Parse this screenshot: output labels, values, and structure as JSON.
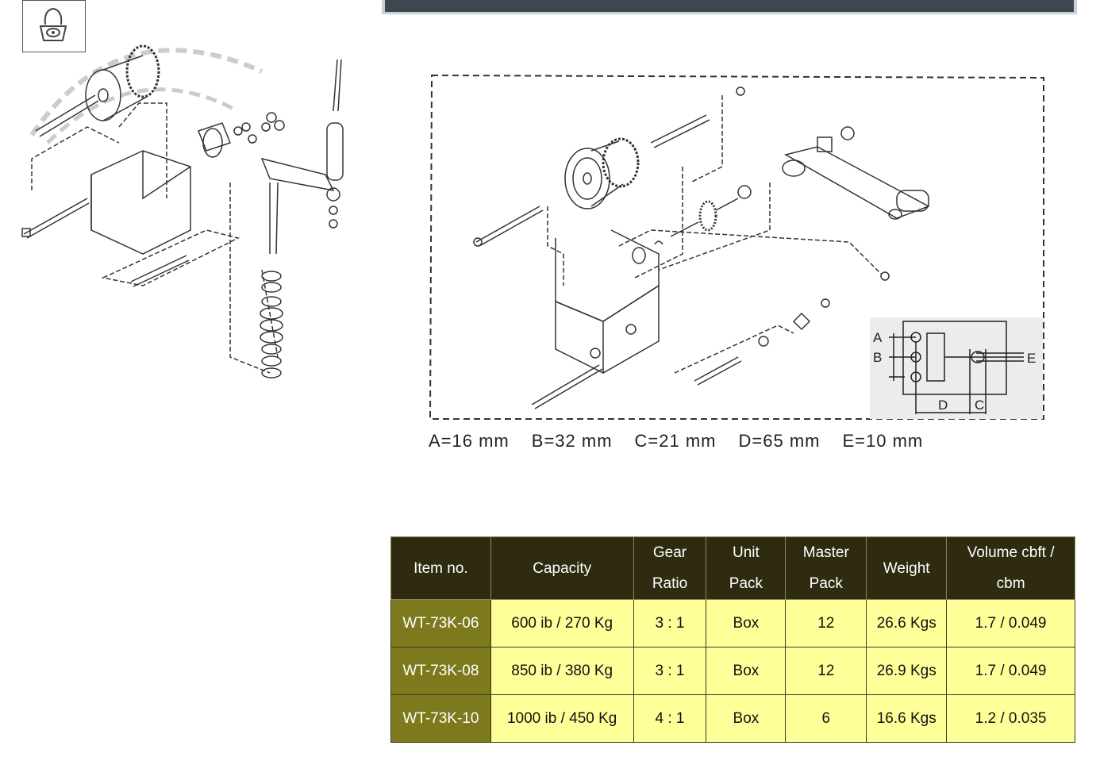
{
  "dimensions": [
    {
      "label": "A=16 mm"
    },
    {
      "label": "B=32 mm"
    },
    {
      "label": "C=21 mm"
    },
    {
      "label": "D=65 mm"
    },
    {
      "label": "E=10 mm"
    }
  ],
  "inset_labels": {
    "a": "A",
    "b": "B",
    "c": "C",
    "d": "D",
    "e": "E"
  },
  "table": {
    "headers": {
      "item": "Item no.",
      "capacity": "Capacity",
      "gear_1": "Gear",
      "gear_2": "Ratio",
      "unit_1": "Unit",
      "unit_2": "Pack",
      "master_1": "Master",
      "master_2": "Pack",
      "weight": "Weight",
      "volume_1": "Volume cbft /",
      "volume_2": "cbm"
    },
    "rows": [
      {
        "item": "WT-73K-06",
        "capacity": "600 ib / 270 Kg",
        "gear": "3 : 1",
        "unit": "Box",
        "master": "12",
        "weight": "26.6 Kgs",
        "volume": "1.7 / 0.049"
      },
      {
        "item": "WT-73K-08",
        "capacity": "850 ib / 380 Kg",
        "gear": "3 : 1",
        "unit": "Box",
        "master": "12",
        "weight": "26.9 Kgs",
        "volume": "1.7 / 0.049"
      },
      {
        "item": "WT-73K-10",
        "capacity": "1000 ib / 450 Kg",
        "gear": "4 : 1",
        "unit": "Box",
        "master": "6",
        "weight": "16.6 Kgs",
        "volume": "1.2 / 0.035"
      }
    ]
  },
  "colors": {
    "header_bg": "#2e2b10",
    "item_bg": "#7d7a1e",
    "cell_bg": "#ffff9a",
    "bar_bg": "#3e474f"
  }
}
